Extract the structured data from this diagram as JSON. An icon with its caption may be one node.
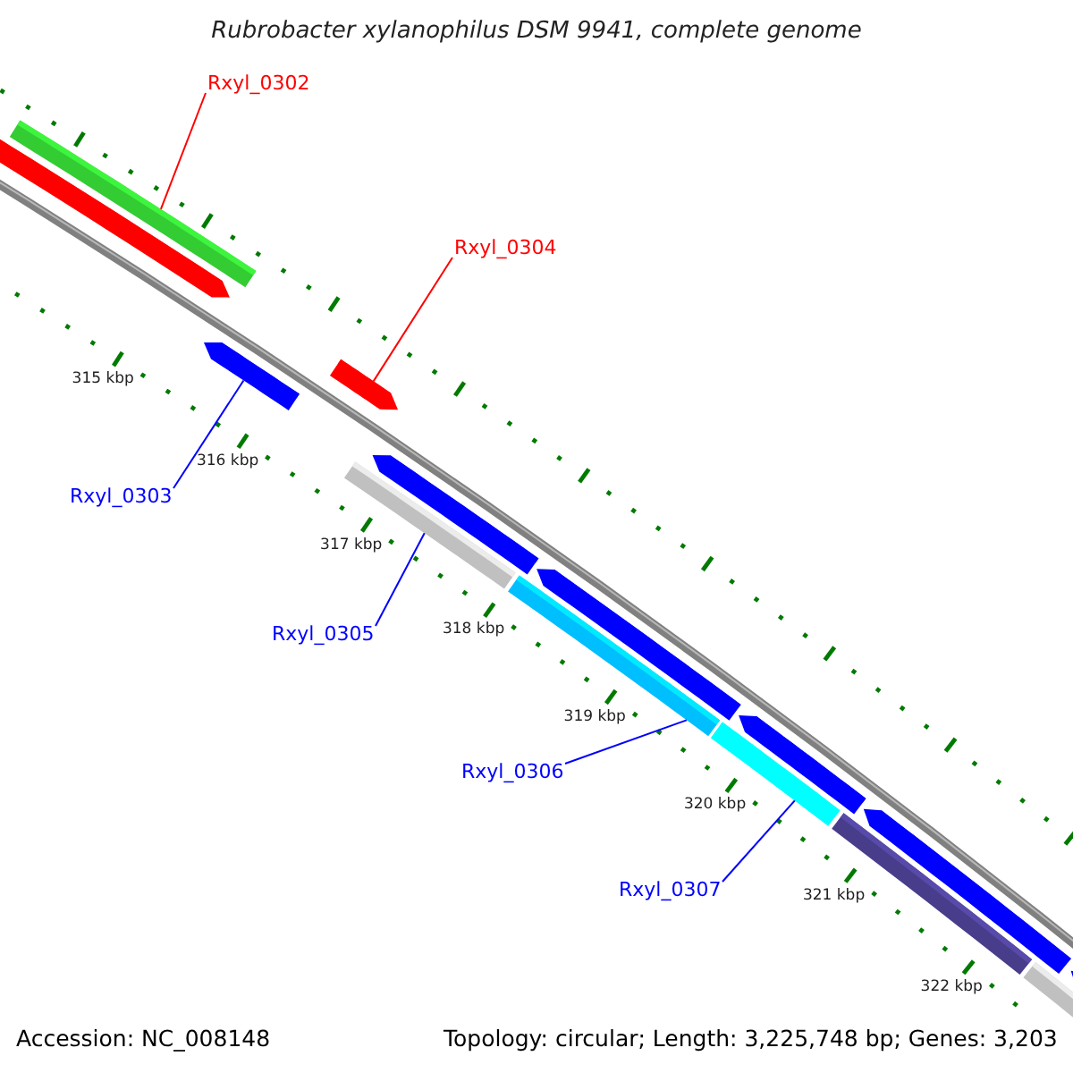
{
  "diagram": {
    "title": "Rubrobacter xylanophilus DSM 9941, complete genome",
    "nodes": [
      {
        "text": [
          "Rxyl_0302"
        ]
      },
      {
        "text": [],
        "shape": "bar"
      },
      {
        "text": [
          "Rxyl_0304"
        ]
      },
      {
        "text": [],
        "shape": "arrow"
      },
      {
        "text": [],
        "shape": "arrow"
      },
      {
        "text": [
          "Rxyl_0303"
        ]
      },
      {
        "text": [],
        "shape": "bar"
      },
      {
        "text": [
          "Rxyl_0305"
        ]
      },
      {
        "text": [],
        "shape": "bar"
      },
      {
        "text": [
          "Rxyl_0306"
        ]
      },
      {
        "text": [],
        "shape": "bar"
      },
      {
        "text": [
          "Rxyl_0307"
        ]
      }
    ],
    "edges": [
      {
        "from": 0,
        "to": 1,
        "arrow": "none",
        "color": "#ff0000"
      },
      {
        "from": 2,
        "to": 4,
        "arrow": "none",
        "color": "#ff0000"
      },
      {
        "from": 5,
        "to": 3,
        "arrow": "none"
      },
      {
        "from": 7,
        "to": 6,
        "arrow": "none"
      },
      {
        "from": 9,
        "to": 8,
        "arrow": "none"
      },
      {
        "from": 11,
        "to": 10,
        "arrow": "none"
      }
    ],
    "labels": [
      "315 kbp",
      "316 kbp",
      "317 kbp",
      "318 kbp",
      "319 kbp",
      "320 kbp",
      "321 kbp",
      "322 kbp",
      "Accession: NC_008148",
      "Topology: circular; Length: 3,225,748 bp; Genes: 3,203"
    ]
  }
}
